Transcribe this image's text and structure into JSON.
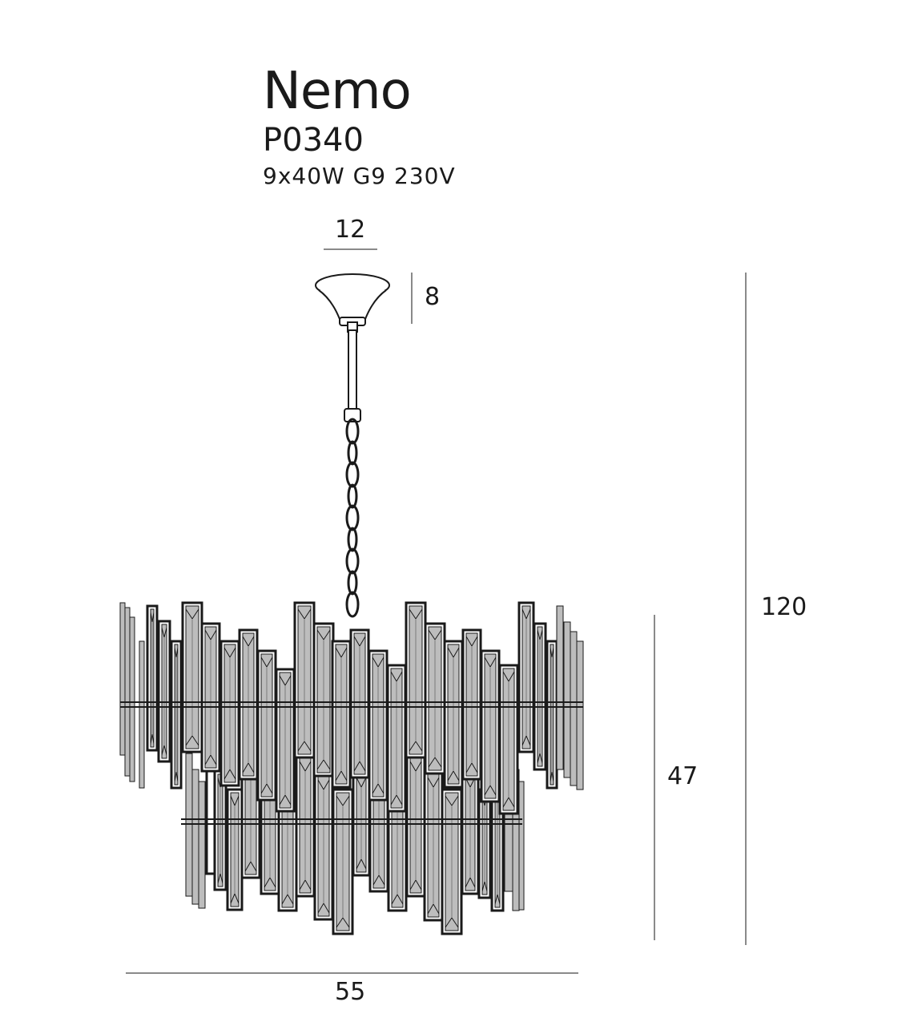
{
  "product": {
    "name": "Nemo",
    "code": "P0340",
    "spec": "9x40W  G9  230V"
  },
  "dimensions": {
    "canopy_width": "12",
    "canopy_height": "8",
    "total_height": "120",
    "body_height": "47",
    "width": "55"
  },
  "colors": {
    "line": "#1a1a1a",
    "dimension_line": "#8a8a8a",
    "crystal_fill": "#bdbdbd",
    "background": "#ffffff"
  }
}
